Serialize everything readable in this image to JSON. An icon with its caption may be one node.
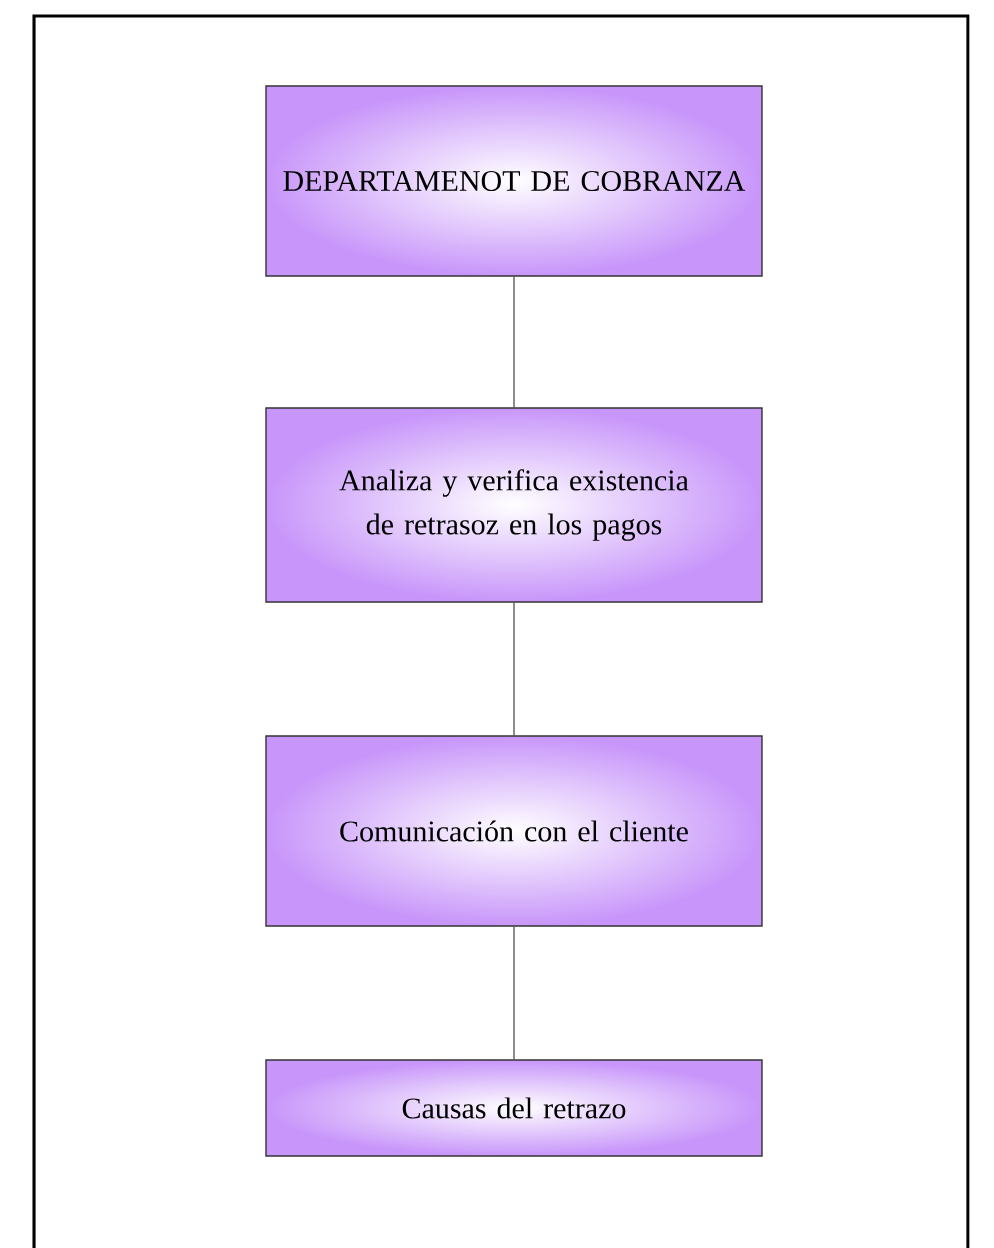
{
  "diagram": {
    "nodes": [
      {
        "text": [
          "DEPARTAMENOT DE COBRANZA"
        ]
      },
      {
        "text": [
          "Analiza y verifica existencia de retrasoz en los pagos"
        ]
      },
      {
        "text": [
          "Comunicación con el cliente"
        ]
      },
      {
        "text": [
          "Causas del retrazo"
        ]
      }
    ],
    "edges": [
      {
        "from": 0,
        "to": 1,
        "arrow": "none"
      },
      {
        "from": 1,
        "to": 2,
        "arrow": "none"
      },
      {
        "from": 2,
        "to": 3,
        "arrow": "none"
      }
    ]
  }
}
